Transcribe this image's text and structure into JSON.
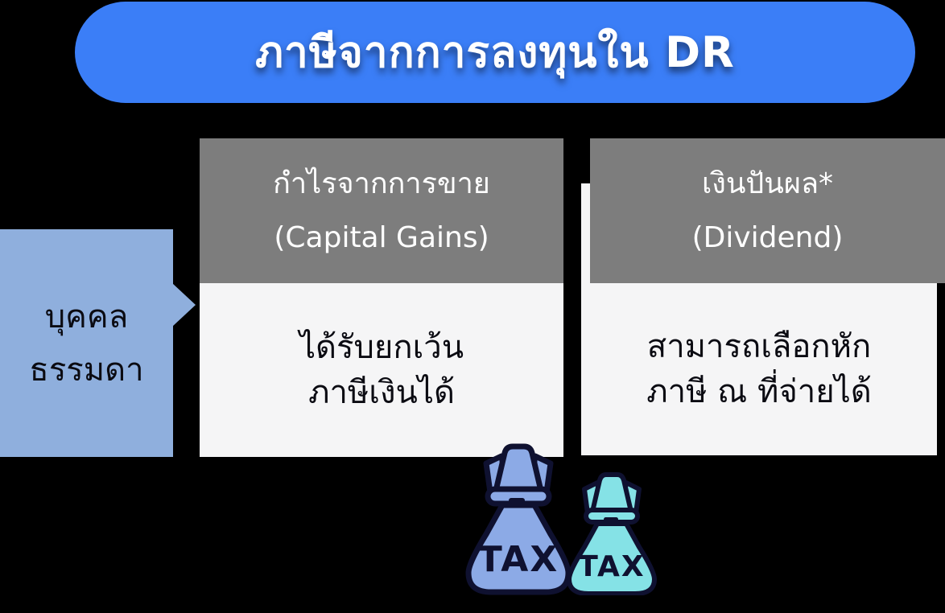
{
  "title": "ภาษีจากการลงทุนใน DR",
  "row_label": {
    "line1": "บุคคล",
    "line2": "ธรรมดา"
  },
  "columns": [
    {
      "header_line1": "กำไรจากการขาย",
      "header_line2": "(Capital Gains)",
      "body_line1": "ได้รับยกเว้น",
      "body_line2": "ภาษีเงินได้"
    },
    {
      "header_line1": "เงินปันผล*",
      "header_line2": "(Dividend)",
      "body_line1": "สามารถเลือกหัก",
      "body_line2": "ภาษี ณ ที่จ่ายได้"
    }
  ],
  "icons": {
    "tax_bag_large": {
      "name": "money-bag-tax",
      "label": "TAX",
      "color": "#8caae6"
    },
    "tax_bag_small": {
      "name": "money-bag-tax",
      "label": "TAX",
      "color": "#85e2e6"
    }
  },
  "colors": {
    "background": "#000000",
    "banner": "#3b7ef7",
    "header_gray": "#7d7d7d",
    "card_white": "#f5f5f6",
    "label_blue": "#8fafdd",
    "bag_blue": "#8caae6",
    "bag_cyan": "#85e2e6",
    "outline_dark": "#0f1130",
    "header_text": "#ffffff",
    "body_text": "#0b0b12"
  }
}
